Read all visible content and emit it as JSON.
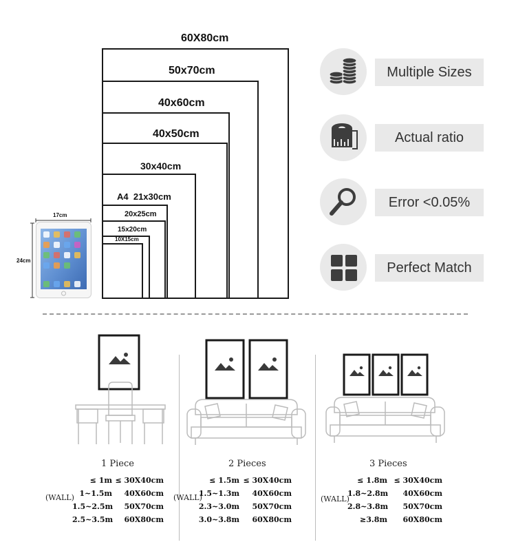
{
  "size_chart": {
    "sizes": [
      {
        "label": "60X80cm"
      },
      {
        "label": "50x70cm"
      },
      {
        "label": "40x60cm"
      },
      {
        "label": "40x50cm"
      },
      {
        "label": "30x40cm"
      },
      {
        "label": "A4  21x30cm"
      },
      {
        "label": "20x25cm"
      },
      {
        "label": "15x20cm"
      },
      {
        "label": "10X15cm"
      }
    ],
    "tablet": {
      "width_label": "17cm",
      "height_label": "24cm"
    }
  },
  "features": [
    {
      "icon": "coins-icon",
      "label": "Multiple Sizes"
    },
    {
      "icon": "tape-measure-icon",
      "label": "Actual ratio"
    },
    {
      "icon": "magnifier-icon",
      "label": "Error <0.05%"
    },
    {
      "icon": "grid-squares-icon",
      "label": "Perfect Match"
    }
  ],
  "placements": [
    {
      "title": "1 Piece",
      "wall_label": "(WALL)",
      "rows": [
        {
          "wall": "≤ 1m",
          "size": "≤ 30X40cm"
        },
        {
          "wall": "1~1.5m",
          "size": "40X60cm"
        },
        {
          "wall": "1.5~2.5m",
          "size": "50X70cm"
        },
        {
          "wall": "2.5~3.5m",
          "size": "60X80cm"
        }
      ]
    },
    {
      "title": "2 Pieces",
      "wall_label": "(WALL)",
      "rows": [
        {
          "wall": "≤ 1.5m",
          "size": "≤ 30X40cm"
        },
        {
          "wall": "1.5~1.3m",
          "size": "40X60cm"
        },
        {
          "wall": "2.3~3.0m",
          "size": "50X70cm"
        },
        {
          "wall": "3.0~3.8m",
          "size": "60X80cm"
        }
      ]
    },
    {
      "title": "3 Pieces",
      "wall_label": "(WALL)",
      "rows": [
        {
          "wall": "≤ 1.8m",
          "size": "≤ 30X40cm"
        },
        {
          "wall": "1.8~2.8m",
          "size": "40X60cm"
        },
        {
          "wall": "2.8~3.8m",
          "size": "50X70cm"
        },
        {
          "wall": "≥3.8m",
          "size": "60X80cm"
        }
      ]
    }
  ]
}
